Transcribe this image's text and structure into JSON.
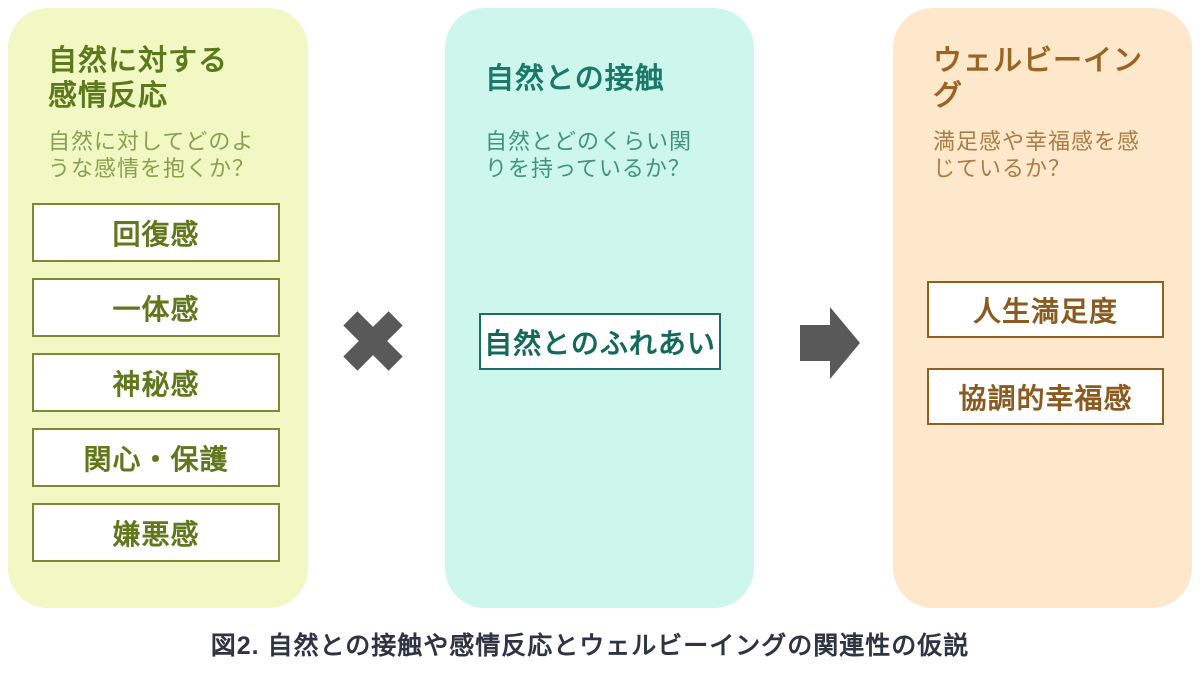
{
  "panels": {
    "left": {
      "title": "自然に対する\n感情反応",
      "subtitle": "自然に対してどのよ\nうな感情を抱くか？",
      "items": [
        "回復感",
        "一体感",
        "神秘感",
        "関心・保護",
        "嫌悪感"
      ],
      "colors": {
        "background": "#f1f8c3",
        "title": "#5c7a1d",
        "subtitle": "#89a04e",
        "box_border": "#7c8b33",
        "box_text": "#60781c"
      }
    },
    "middle": {
      "title": "自然との接触",
      "subtitle": "自然とどのくらい関\nりを持っているか？",
      "items": [
        "自然とのふれあい"
      ],
      "colors": {
        "background": "#cdf6ec",
        "title": "#1c7868",
        "subtitle": "#41937f",
        "box_border": "#1d6e62",
        "box_text": "#136a5a"
      }
    },
    "right": {
      "title": "ウェルビーイング",
      "subtitle": "満足感や幸福感を感\nじているか？",
      "items": [
        "人生満足度",
        "協調的幸福感"
      ],
      "colors": {
        "background": "#fde8cc",
        "title": "#9a6422",
        "subtitle": "#ab7c45",
        "box_border": "#8f5f20",
        "box_text": "#8a5a1e"
      }
    }
  },
  "operators": {
    "multiply_icon": "multiply-cross",
    "arrow_icon": "right-arrow",
    "color": "#595959"
  },
  "caption": "図2. 自然との接触や感情反応とウェルビーイングの関連性の仮説",
  "caption_color": "#2e3444"
}
